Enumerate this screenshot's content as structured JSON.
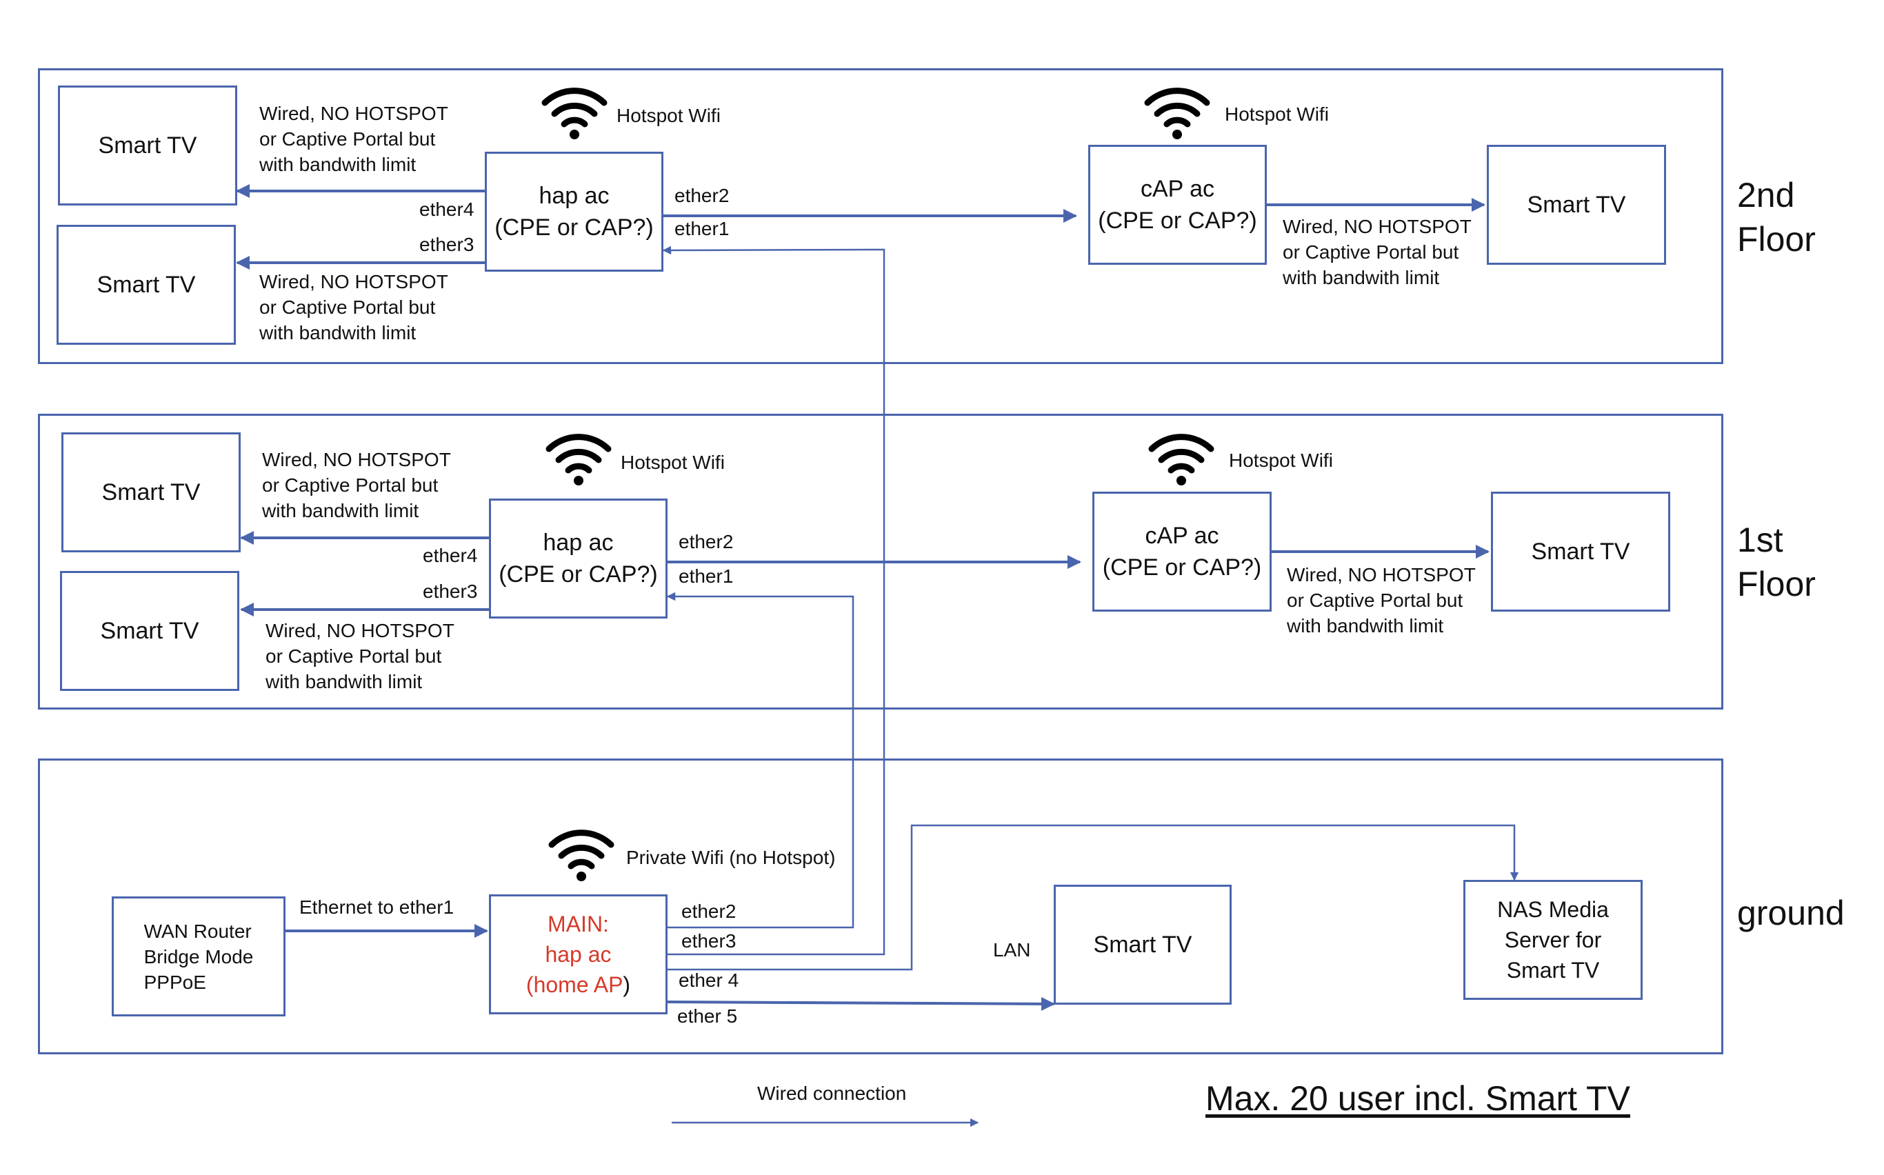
{
  "colors": {
    "line": "#4a65ad",
    "accent_red": "#d63a2a",
    "text": "#111111"
  },
  "floors": {
    "second": {
      "label": "2nd\nFloor"
    },
    "first": {
      "label": "1st\nFloor"
    },
    "ground": {
      "label": "ground"
    }
  },
  "common": {
    "smart_tv": "Smart TV",
    "hap_line1": "hap ac",
    "hap_line2": "(CPE or CAP?)",
    "cap_line1": "cAP ac",
    "cap_line2": "(CPE or CAP?)",
    "hotspot_wifi": "Hotspot Wifi",
    "wired_note": "Wired, NO HOTSPOT\nor Captive Portal but\nwith bandwith limit",
    "ether1": "ether1",
    "ether2": "ether2",
    "ether3": "ether3",
    "ether4": "ether4"
  },
  "ground": {
    "private_wifi": "Private Wifi (no Hotspot)",
    "wan_router": "WAN Router\nBridge Mode\nPPPoE",
    "ethernet_link": "Ethernet to ether1",
    "main_line1": "MAIN:",
    "main_line2": "hap ac",
    "main_line3_red": "(home AP",
    "main_line3_close": ")",
    "ether2": "ether2",
    "ether3": "ether3",
    "ether4": "ether 4",
    "ether5": "ether 5",
    "lan": "LAN",
    "smart_tv": "Smart TV",
    "nas": "NAS Media\nServer for\nSmart TV"
  },
  "legend": {
    "wired_connection": "Wired connection"
  },
  "footer": {
    "max_users": "Max. 20 user incl. Smart TV"
  },
  "icons": {
    "wifi": "wifi-icon"
  }
}
